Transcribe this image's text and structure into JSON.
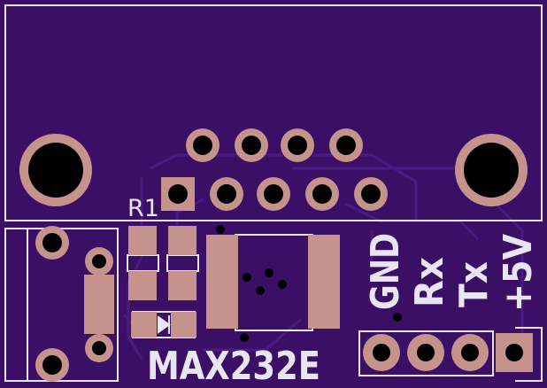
{
  "colors": {
    "board": "#3b0f66",
    "trace": "#4a1a80",
    "silkscreen": "#e8e4f0",
    "copper_pad": "#c4948c",
    "drill_hole": "#000000"
  },
  "labels": {
    "resistor_ref": "R1",
    "chip_name": "MAX232E",
    "pin_gnd": "GND",
    "pin_rx": "Rx",
    "pin_tx": "Tx",
    "pin_5v": "+5V"
  }
}
